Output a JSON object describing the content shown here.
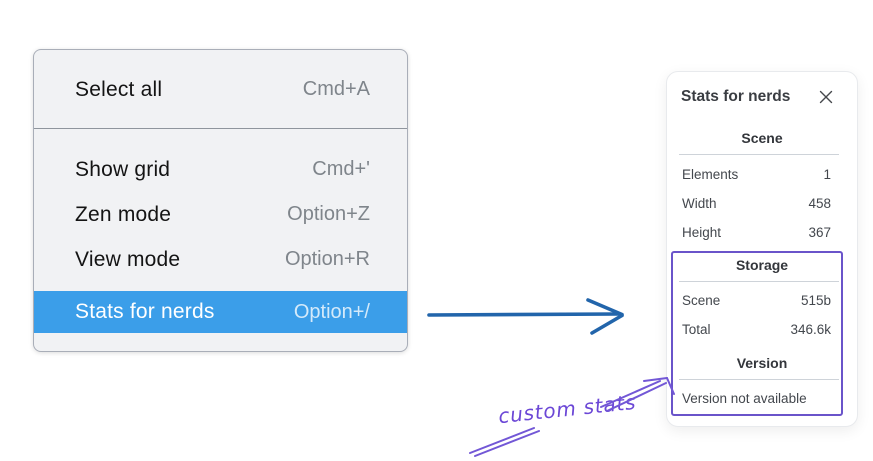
{
  "menu": {
    "items": [
      {
        "label": "Select all",
        "shortcut": "Cmd+A",
        "highlighted": false
      },
      {
        "label": "Show grid",
        "shortcut": "Cmd+'",
        "highlighted": false
      },
      {
        "label": "Zen mode",
        "shortcut": "Option+Z",
        "highlighted": false
      },
      {
        "label": "View mode",
        "shortcut": "Option+R",
        "highlighted": false
      },
      {
        "label": "Stats for nerds",
        "shortcut": "Option+/",
        "highlighted": true
      }
    ],
    "highlight_color": "#3b9ee9"
  },
  "stats_panel": {
    "title": "Stats for nerds",
    "close_icon": "x",
    "sections": [
      {
        "heading": "Scene",
        "rows": [
          [
            "Elements",
            "1"
          ],
          [
            "Width",
            "458"
          ],
          [
            "Height",
            "367"
          ]
        ]
      },
      {
        "heading": "Storage",
        "rows": [
          [
            "Scene",
            "515b"
          ],
          [
            "Total",
            "346.6k"
          ]
        ]
      },
      {
        "heading": "Version",
        "note": "Version not available"
      }
    ]
  },
  "annotation": {
    "label": "custom stats",
    "color": "#6b47d6",
    "box_color": "#6a54ca"
  },
  "arrow": {
    "color": "#2265ab"
  }
}
